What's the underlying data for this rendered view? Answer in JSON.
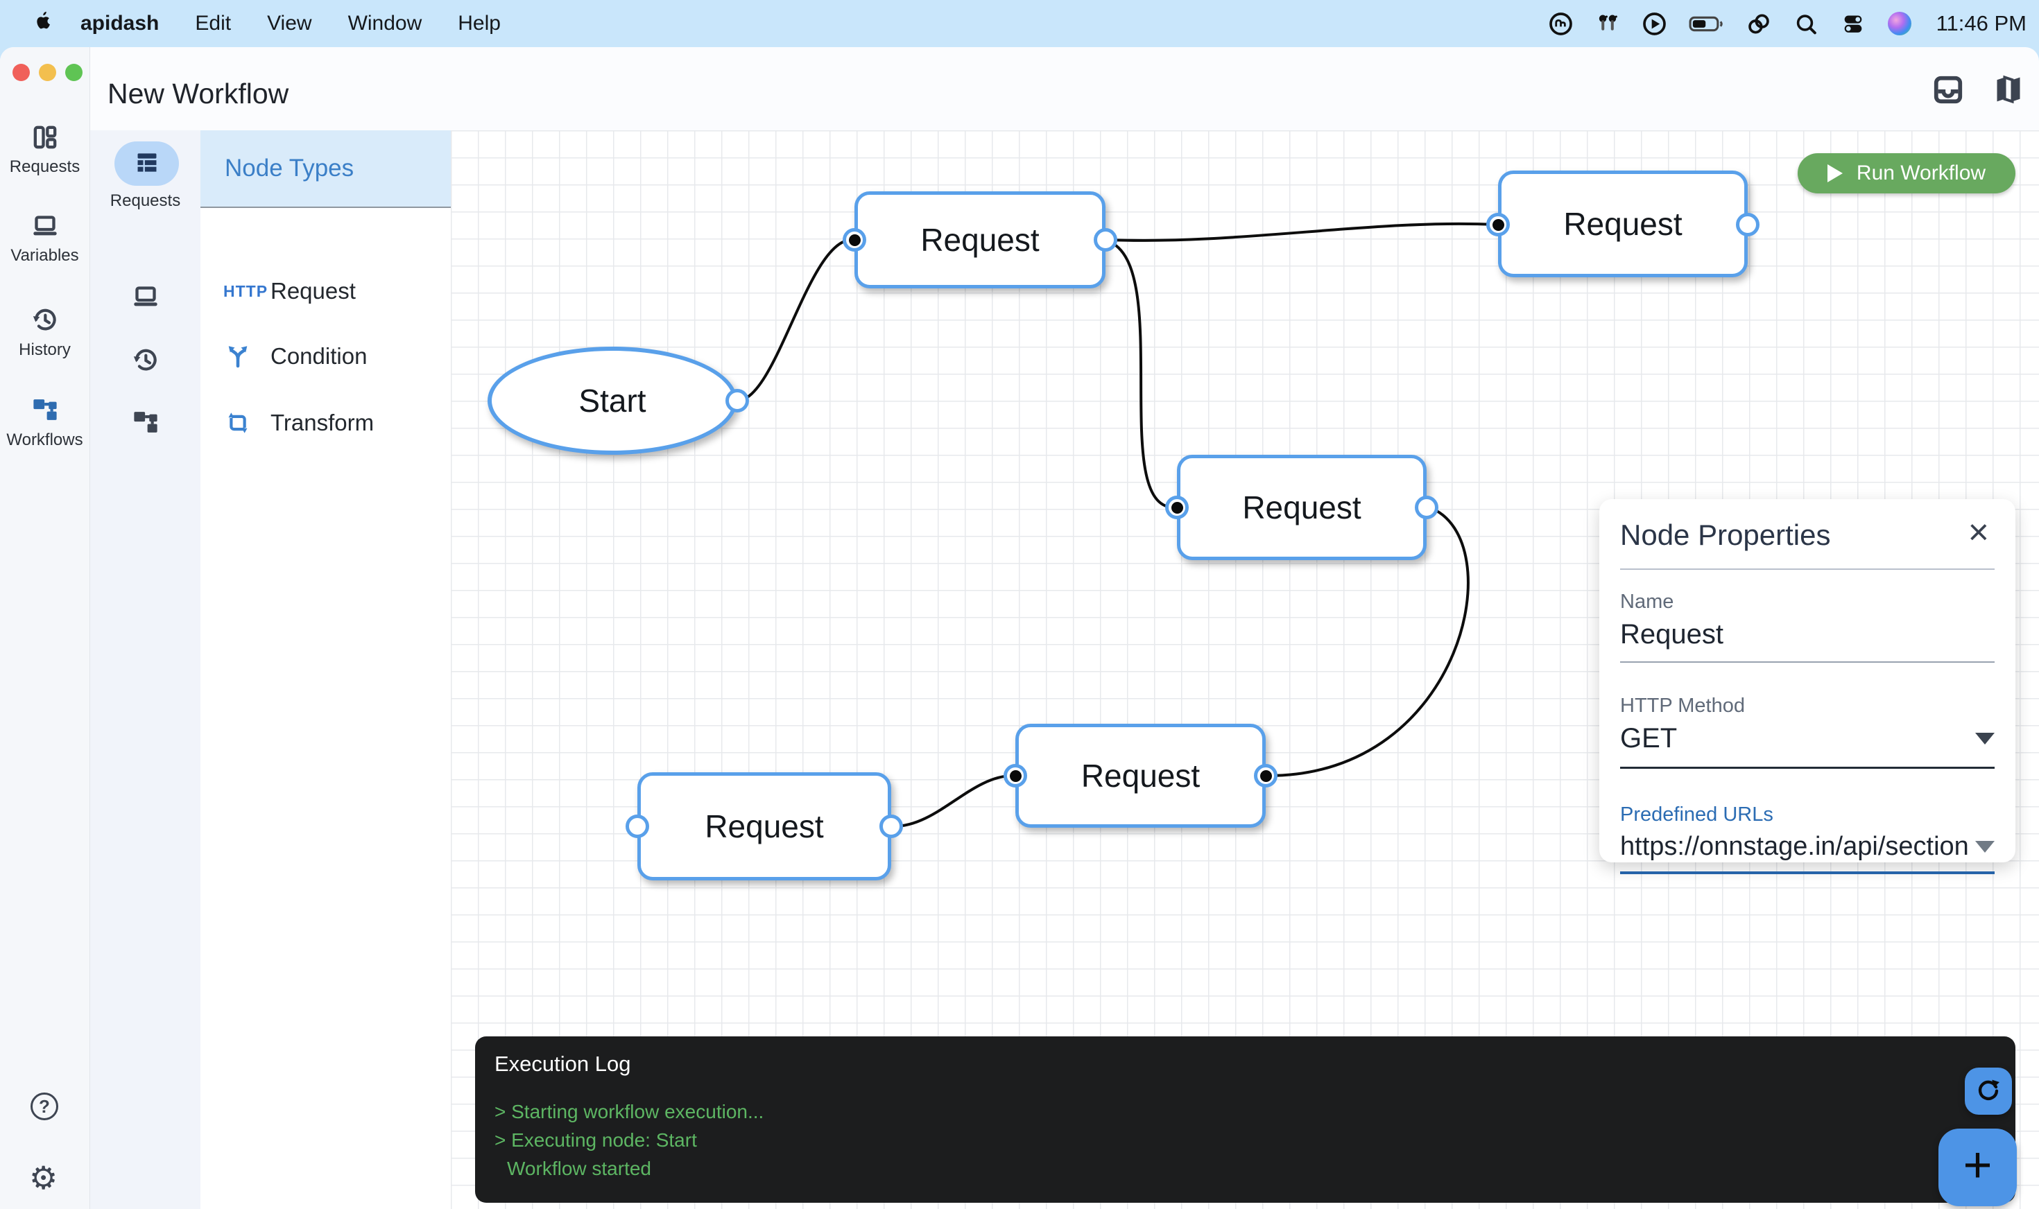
{
  "menu_bar": {
    "app_name": "apidash",
    "items": [
      "Edit",
      "View",
      "Window",
      "Help"
    ],
    "status_icons": [
      "creative-cloud-icon",
      "airpods-icon",
      "play-circle-icon",
      "battery-icon",
      "hotspot-link-icon",
      "search-icon",
      "control-center-icon",
      "siri-icon"
    ],
    "clock": "11:46 PM"
  },
  "header": {
    "title": "New Workflow"
  },
  "sidebar": {
    "items": [
      {
        "label": "Requests",
        "icon": "layout-icon"
      },
      {
        "label": "Variables",
        "icon": "laptop-icon"
      },
      {
        "label": "History",
        "icon": "history-icon"
      },
      {
        "label": "Workflows",
        "icon": "workflow-icon",
        "active": true,
        "active_color": "#2e6cb0"
      }
    ],
    "help_glyph": "?",
    "bottom_icons": [
      "help-icon",
      "settings-gear-icon"
    ]
  },
  "secondary_sidebar": {
    "active_item_label": "Requests",
    "icons": [
      "table-list-icon",
      "laptop-icon",
      "history-icon",
      "workflow-icon"
    ]
  },
  "palette": {
    "header": "Node Types",
    "items": [
      {
        "icon_text": "HTTP",
        "label": "Request"
      },
      {
        "icon": "branch-icon",
        "label": "Condition"
      },
      {
        "icon": "transform-icon",
        "label": "Transform"
      }
    ]
  },
  "canvas": {
    "nodes": [
      {
        "label": "Start",
        "shape": "ellipse"
      },
      {
        "label": "Request",
        "shape": "rect",
        "position": "top-left"
      },
      {
        "label": "Request",
        "shape": "rect",
        "position": "top-right"
      },
      {
        "label": "Request",
        "shape": "rect",
        "position": "middle"
      },
      {
        "label": "Request",
        "shape": "rect",
        "position": "bottom-left"
      },
      {
        "label": "Request",
        "shape": "rect",
        "position": "bottom-middle"
      }
    ],
    "edge_color": "#0d0d0d",
    "node_border_color": "#59a0ea",
    "grid_color": "#e7e9ec"
  },
  "toolbar": {
    "run_label": "Run Workflow",
    "run_color": "#68a95f"
  },
  "properties_panel": {
    "title": "Node Properties",
    "close_glyph": "×",
    "name_label": "Name",
    "name_value": "Request",
    "method_label": "HTTP Method",
    "method_value": "GET",
    "urls_label": "Predefined URLs",
    "url_value": "https://onnstage.in/api/section",
    "accent_color": "#2563a8"
  },
  "execution_log": {
    "title": "Execution Log",
    "lines": [
      "> Starting workflow execution...",
      "> Executing node: Start",
      "Workflow started"
    ],
    "text_color": "#5db663"
  },
  "fabs": {
    "plus_glyph": "+",
    "icons": [
      "refresh-icon",
      "plus-icon"
    ]
  }
}
